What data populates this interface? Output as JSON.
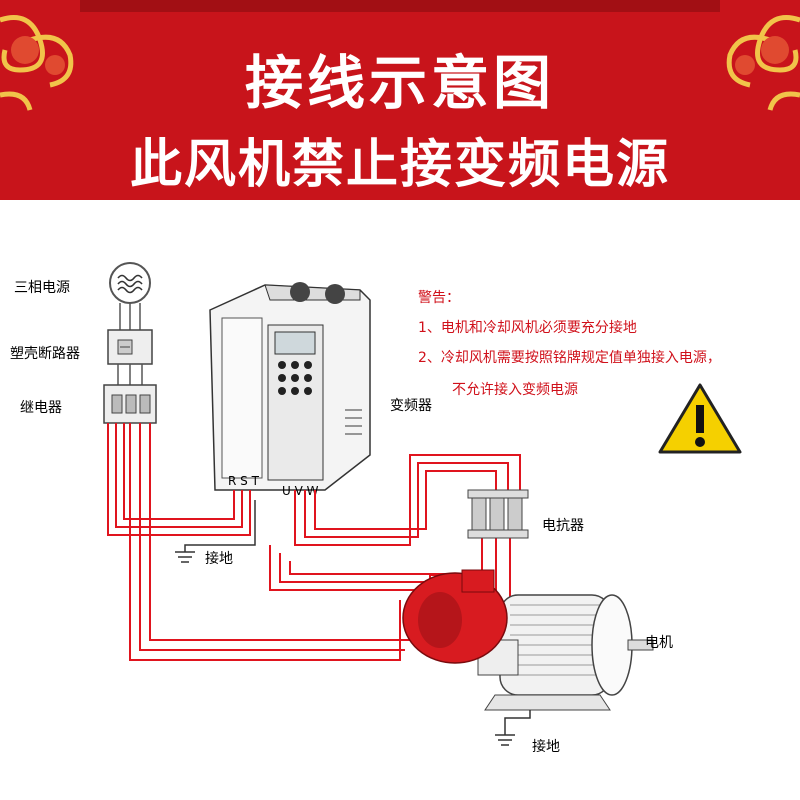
{
  "header": {
    "title": "接线示意图",
    "subtitle": "此风机禁止接变频电源"
  },
  "labels": {
    "power_source": "三相电源",
    "breaker": "塑壳断路器",
    "relay": "继电器",
    "inverter": "变频器",
    "reactor": "电抗器",
    "motor": "电机",
    "ground1": "接地",
    "ground2": "接地",
    "inverter_in": "R S T",
    "inverter_out": "U V W"
  },
  "warning": {
    "heading": "警告：",
    "line1": "1、电机和冷却风机必须要充分接地",
    "line2": "2、冷却风机需要按照铭牌规定值单独接入电源，",
    "line3": "不允许接入变频电源"
  },
  "colors": {
    "banner": "#c8141b",
    "wire": "#e0141e",
    "warning_text": "#d0101a",
    "warning_sign": "#f5d000"
  }
}
